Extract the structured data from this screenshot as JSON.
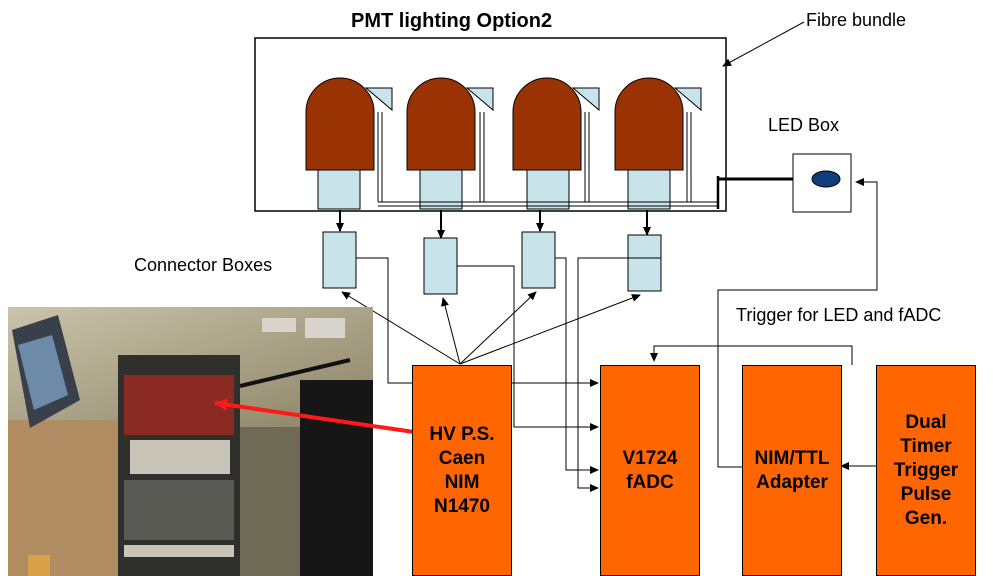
{
  "diagram": {
    "title": "PMT lighting  Option2",
    "fibre_label": "Fibre bundle",
    "led_box_label": "LED Box",
    "connector_label": "Connector Boxes",
    "trigger_label": "Trigger for LED and fADC",
    "boxes": {
      "hv": "HV P.S.\nCaen\nNIM\nN1470",
      "fadc": "V1724\nfADC",
      "nimttl": "NIM/TTL\nAdapter",
      "timer": "Dual\nTimer\nTrigger\nPulse\nGen."
    },
    "colors": {
      "pmt_dome": "#9a3303",
      "pmt_base": "#c8e4ea",
      "connector": "#c8e4ea",
      "module": "#ff6600",
      "led": "#0f3d7a",
      "pointer": "#ff1a1a"
    }
  }
}
